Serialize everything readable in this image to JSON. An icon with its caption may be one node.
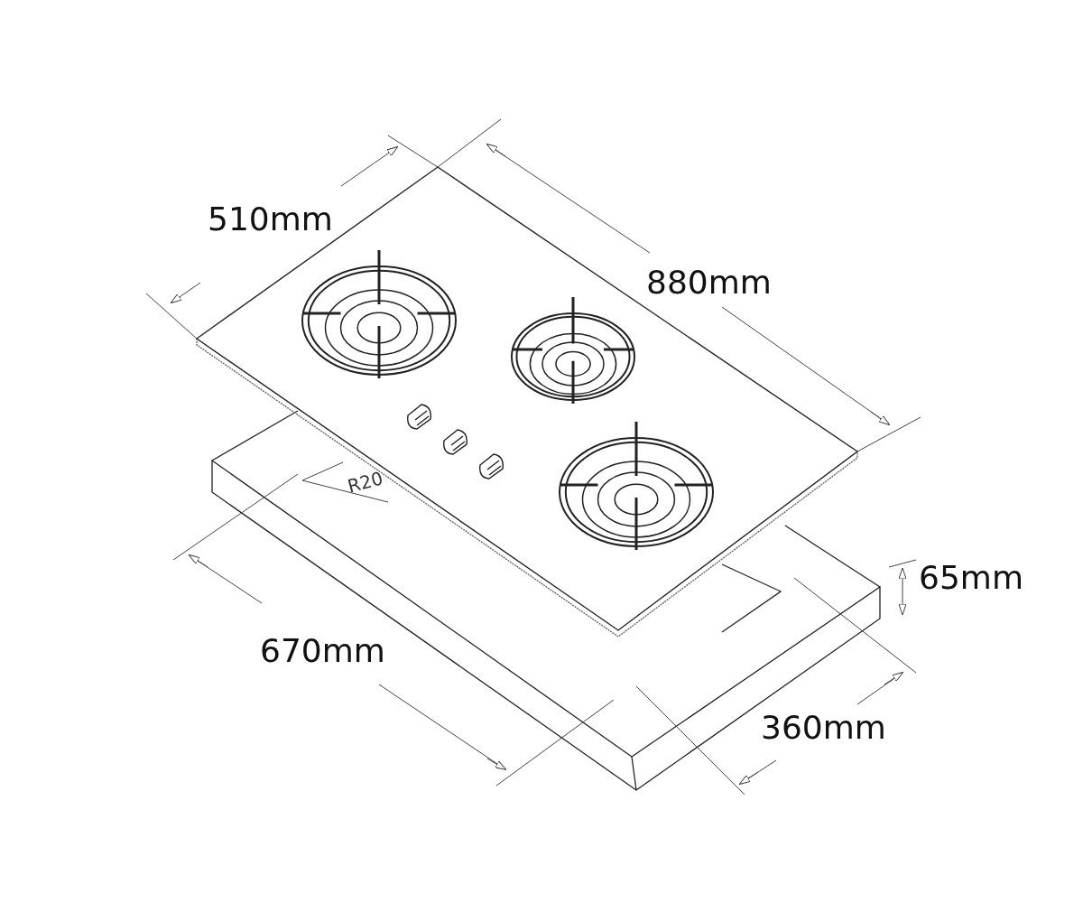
{
  "diagram": {
    "labels": [
      "510mm",
      "880mm",
      "R20",
      "65mm",
      "670mm",
      "360mm"
    ]
  }
}
